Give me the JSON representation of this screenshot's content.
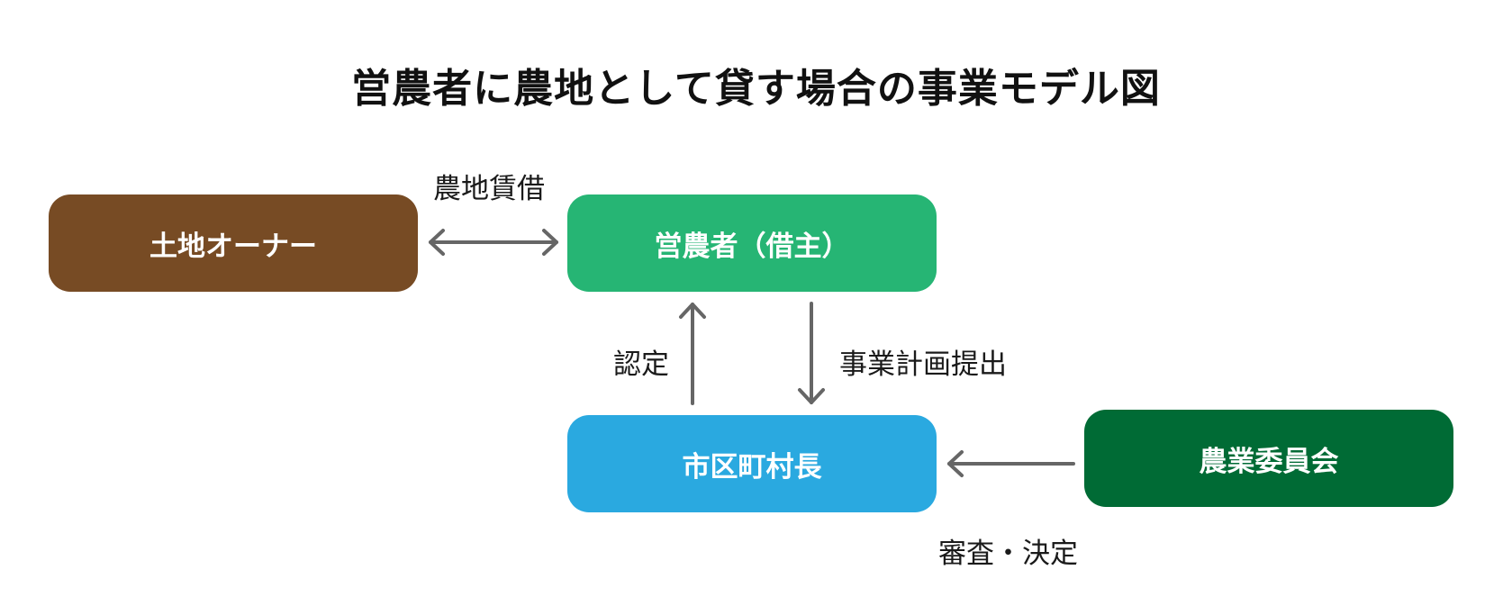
{
  "title": "営農者に農地として貸す場合の事業モデル図",
  "nodes": {
    "land_owner": {
      "label": "土地オーナー",
      "color": "#774b24"
    },
    "farmer": {
      "label": "営農者（借主）",
      "color": "#26b574"
    },
    "municipality": {
      "label": "市区町村長",
      "color": "#2aa9e0"
    },
    "agri_committee": {
      "label": "農業委員会",
      "color": "#006b35"
    }
  },
  "edges": {
    "lease": {
      "label": "農地賃借"
    },
    "approval": {
      "label": "認定"
    },
    "plan": {
      "label": "事業計画提出"
    },
    "review": {
      "label": "審査・決定"
    }
  },
  "arrow_color": "#666666"
}
